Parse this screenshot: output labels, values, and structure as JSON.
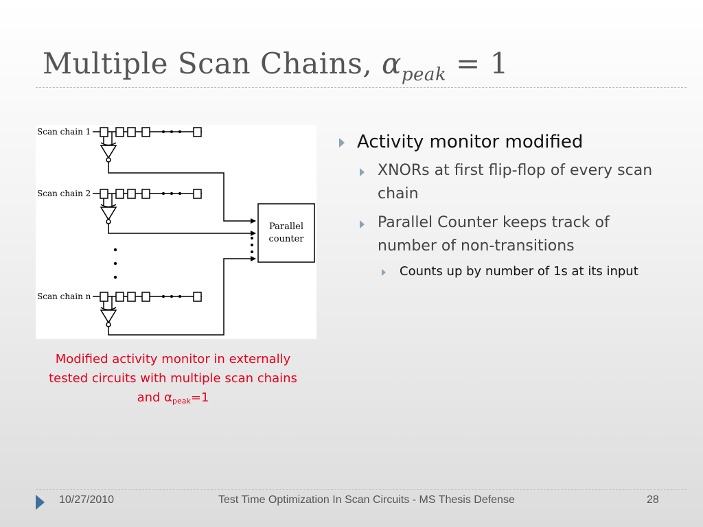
{
  "slide": {
    "title_prefix": "Multiple Scan Chains, ",
    "title_greek": "α",
    "title_sub": "peak",
    "title_suffix": " = 1"
  },
  "figure": {
    "chain_labels": [
      "Scan chain 1",
      "Scan chain 2",
      "Scan chain n"
    ],
    "counter_line1": "Parallel",
    "counter_line2": "counter"
  },
  "caption": {
    "text": "Modified activity monitor in externally tested circuits with multiple scan chains and α",
    "sub": "peak",
    "suffix": "=1"
  },
  "bullets": {
    "l1": "Activity monitor modified",
    "l2a": "XNORs at first flip-flop of every scan chain",
    "l2b": "Parallel Counter keeps track of number of non-transitions",
    "l3": "Counts up by number of 1s at its input"
  },
  "footer": {
    "date": "10/27/2010",
    "title": "Test Time Optimization In Scan Circuits - MS Thesis Defense",
    "page": "28"
  },
  "colors": {
    "caption": "#e8001c",
    "bullet_arrow": "#8ba3b8",
    "footer_marker": "#3d6fa0",
    "title": "#555555"
  }
}
